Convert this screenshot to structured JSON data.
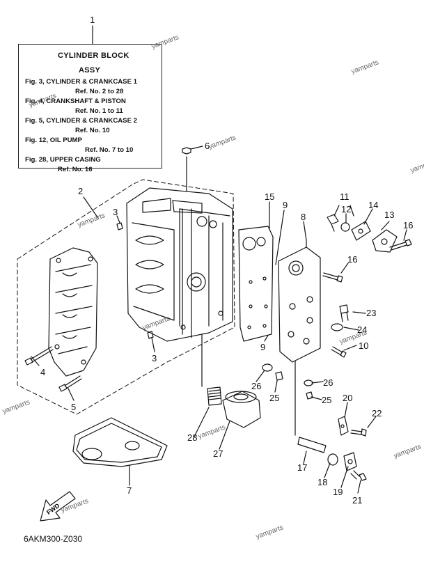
{
  "title_box": {
    "title": "CYLINDER BLOCK",
    "subtitle": "ASSY",
    "refs": [
      {
        "fig": "Fig. 3, CYLINDER & CRANKCASE 1",
        "ref": "Ref. No. 2 to 28"
      },
      {
        "fig": "Fig. 4, CRANKSHAFT & PISTON",
        "ref": "Ref. No. 1 to 11"
      },
      {
        "fig": "Fig. 5, CYLINDER & CRANKCASE 2",
        "ref": "Ref. No. 10"
      },
      {
        "fig": "Fig. 12, OIL PUMP",
        "ref": "Ref. No. 7 to 10"
      },
      {
        "fig": "Fig. 28, UPPER CASING",
        "ref": "Ref. No. 16"
      }
    ]
  },
  "callouts": [
    "1",
    "2",
    "3",
    "3",
    "4",
    "5",
    "6",
    "7",
    "8",
    "9",
    "9",
    "10",
    "11",
    "12",
    "13",
    "14",
    "15",
    "16",
    "16",
    "17",
    "18",
    "19",
    "20",
    "21",
    "22",
    "23",
    "24",
    "25",
    "25",
    "26",
    "26",
    "27",
    "28"
  ],
  "watermark": "yamparts",
  "fwd_label": "FWD",
  "diagram_code": "6AKM300-Z030"
}
